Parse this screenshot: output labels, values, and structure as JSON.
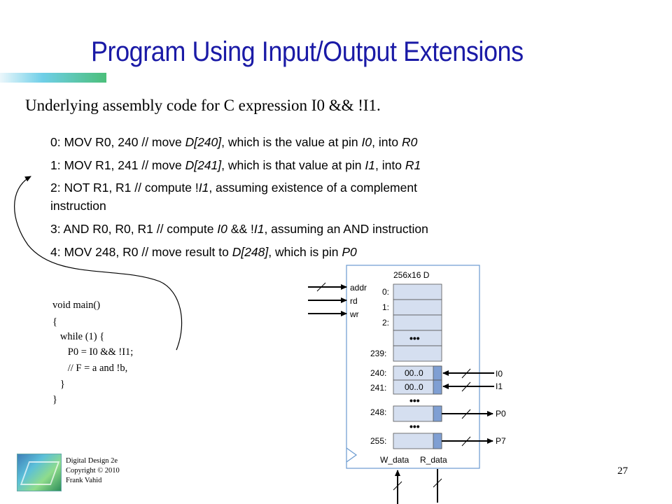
{
  "slide": {
    "title": "Program Using Input/Output Extensions",
    "subtitle": "Underlying assembly code for C expression I0 && !I1.",
    "page_number": "27"
  },
  "assembly": {
    "line0": {
      "pre": "0: MOV R0, 240 // move ",
      "a": "D[240]",
      "mid": ", which is the value at pin ",
      "b": "I0",
      "mid2": ", into ",
      "c": "R0"
    },
    "line1": {
      "pre": "1: MOV R1, 241 // move ",
      "a": "D[241]",
      "mid": ", which is that value at pin ",
      "b": "I1",
      "mid2": ", into ",
      "c": "R1"
    },
    "line2": {
      "pre": "2: NOT R1, R1 // compute !",
      "a": "I1",
      "post": ", assuming existence of a complement",
      "cont": "instruction"
    },
    "line3": {
      "pre": "3: AND R0, R0, R1 // compute ",
      "a": "I0",
      "mid": " && !",
      "b": "I1",
      "post": ", assuming an AND instruction"
    },
    "line4": {
      "pre": "4: MOV 248, R0 // move result to ",
      "a": "D[248]",
      "mid": ", which is pin ",
      "b": "P0"
    }
  },
  "c_program": [
    "void main()",
    "{",
    "   while (1) {",
    "      P0 = I0 && !I1;",
    "      // F = a and !b,",
    "   }",
    "}"
  ],
  "memory": {
    "title": "256x16 D",
    "ports_left": [
      "addr",
      "rd",
      "wr"
    ],
    "row_labels": [
      "0:",
      "1:",
      "2:",
      "239:",
      "240:",
      "241:",
      "248:",
      "255:"
    ],
    "row_values": {
      "r240": "00..0",
      "r241": "00..0"
    },
    "ellipsis": "•••",
    "pins": {
      "i0": "I0",
      "i1": "I1",
      "p0": "P0",
      "p7": "P7"
    },
    "bottom_labels": {
      "w": "W_data",
      "r": "R_data"
    },
    "colors": {
      "cell": "#d5dff0",
      "pin_strip": "#7f9fd3"
    }
  },
  "footer": {
    "line1": "Digital Design 2e",
    "line2": "Copyright © 2010",
    "line3": "Frank Vahid"
  }
}
